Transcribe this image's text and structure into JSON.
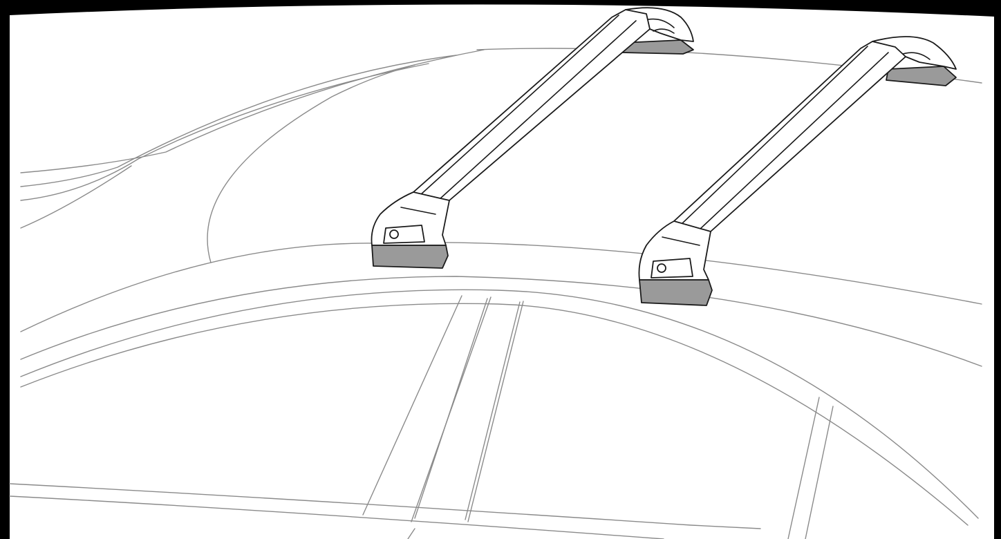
{
  "diagram": {
    "colors": {
      "frame": "#000000",
      "background": "#ffffff",
      "body_line": "#8a8a8a",
      "bar_outline": "#1a1a1a",
      "bar_fill": "#ffffff",
      "pad_fill": "#9a9a9a",
      "lock_detail": "#1a1a1a"
    },
    "parts": [
      {
        "name": "car-roof",
        "count": 1
      },
      {
        "name": "roof-rack-crossbar",
        "count": 2
      },
      {
        "name": "crossbar-foot",
        "count": 4
      },
      {
        "name": "lock-cylinder",
        "count": 2
      }
    ]
  }
}
